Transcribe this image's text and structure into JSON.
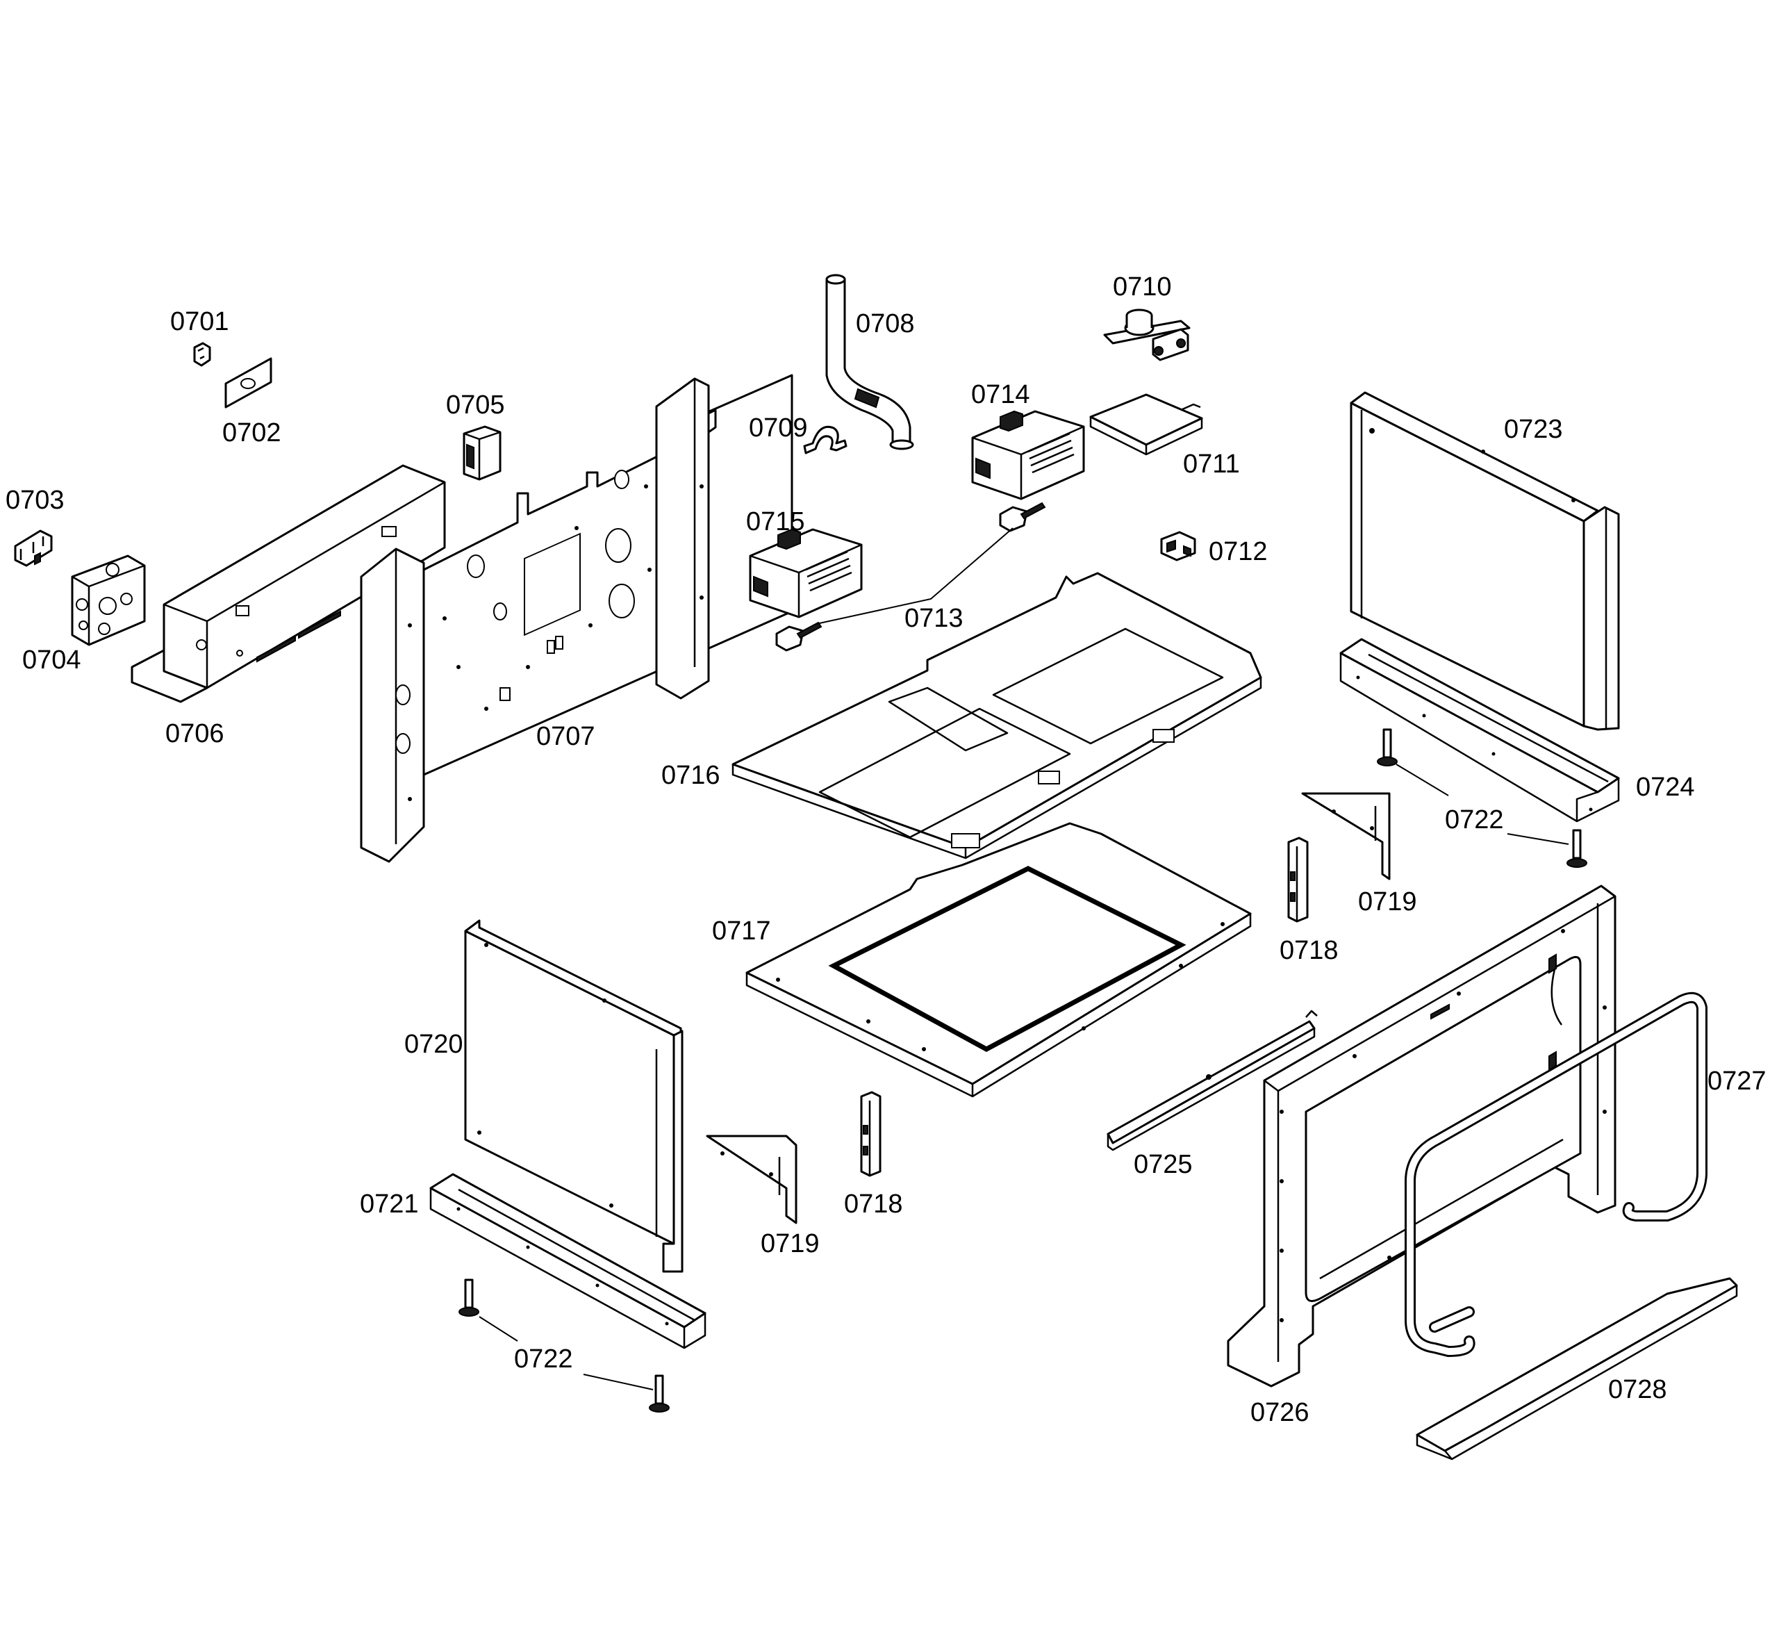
{
  "diagram": {
    "parts": [
      {
        "id": "p0701",
        "label": "0701"
      },
      {
        "id": "p0702",
        "label": "0702"
      },
      {
        "id": "p0703",
        "label": "0703"
      },
      {
        "id": "p0704",
        "label": "0704"
      },
      {
        "id": "p0705",
        "label": "0705"
      },
      {
        "id": "p0706",
        "label": "0706"
      },
      {
        "id": "p0707",
        "label": "0707"
      },
      {
        "id": "p0708",
        "label": "0708"
      },
      {
        "id": "p0709",
        "label": "0709"
      },
      {
        "id": "p0710",
        "label": "0710"
      },
      {
        "id": "p0711",
        "label": "0711"
      },
      {
        "id": "p0712",
        "label": "0712"
      },
      {
        "id": "p0713",
        "label": "0713"
      },
      {
        "id": "p0714",
        "label": "0714"
      },
      {
        "id": "p0715",
        "label": "0715"
      },
      {
        "id": "p0716",
        "label": "0716"
      },
      {
        "id": "p0717",
        "label": "0717"
      },
      {
        "id": "p0718a",
        "label": "0718"
      },
      {
        "id": "p0718b",
        "label": "0718"
      },
      {
        "id": "p0719a",
        "label": "0719"
      },
      {
        "id": "p0719b",
        "label": "0719"
      },
      {
        "id": "p0720",
        "label": "0720"
      },
      {
        "id": "p0721",
        "label": "0721"
      },
      {
        "id": "p0722a",
        "label": "0722"
      },
      {
        "id": "p0722b",
        "label": "0722"
      },
      {
        "id": "p0723",
        "label": "0723"
      },
      {
        "id": "p0724",
        "label": "0724"
      },
      {
        "id": "p0725",
        "label": "0725"
      },
      {
        "id": "p0726",
        "label": "0726"
      },
      {
        "id": "p0727",
        "label": "0727"
      },
      {
        "id": "p0728",
        "label": "0728"
      }
    ]
  }
}
